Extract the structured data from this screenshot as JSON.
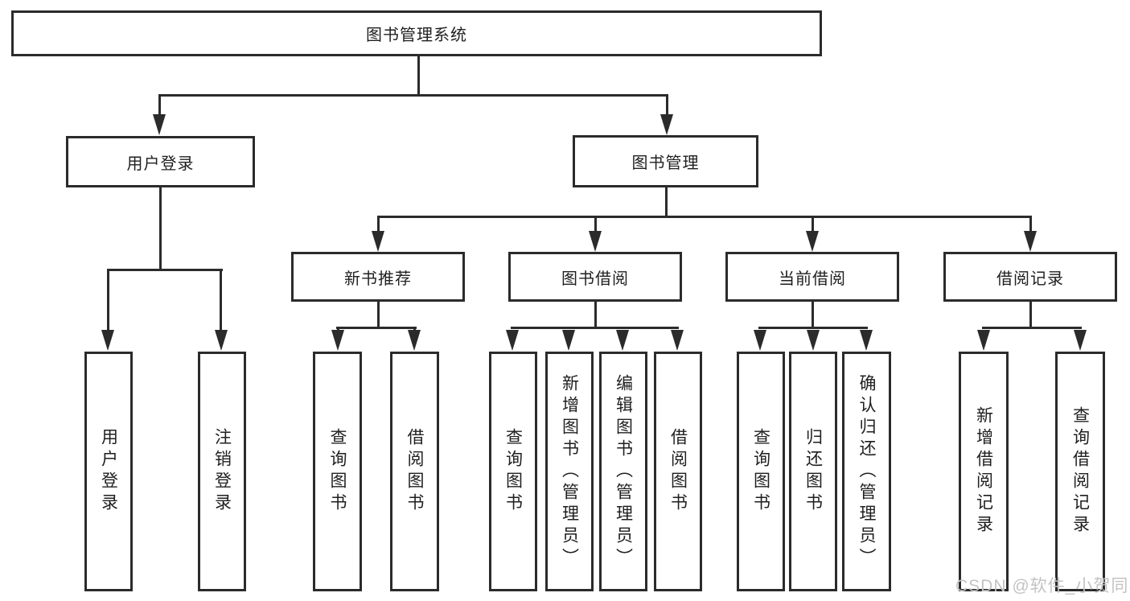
{
  "diagram_type": "hierarchy-tree",
  "colors": {
    "background": "#ffffff",
    "box_fill": "#ffffff",
    "line": "#2b2b2b",
    "text": "#1f1f1f",
    "watermark": "#c3c3c3"
  },
  "hierarchy": {
    "label": "图书管理系统",
    "children": [
      {
        "label": "用户登录",
        "children": [
          {
            "label": "用户登录"
          },
          {
            "label": "注销登录"
          }
        ]
      },
      {
        "label": "图书管理",
        "children": [
          {
            "label": "新书推荐",
            "children": [
              {
                "label": "查询图书"
              },
              {
                "label": "借阅图书"
              }
            ]
          },
          {
            "label": "图书借阅",
            "children": [
              {
                "label": "查询图书"
              },
              {
                "label": "新增图书（管理员）"
              },
              {
                "label": "编辑图书（管理员）"
              },
              {
                "label": "借阅图书"
              }
            ]
          },
          {
            "label": "当前借阅",
            "children": [
              {
                "label": "查询图书"
              },
              {
                "label": "归还图书"
              },
              {
                "label": "确认归还（管理员）"
              }
            ]
          },
          {
            "label": "借阅记录",
            "children": [
              {
                "label": "新增借阅记录"
              },
              {
                "label": "查询借阅记录"
              }
            ]
          }
        ]
      }
    ]
  },
  "watermark": "CSDN @软件_小贺同学"
}
